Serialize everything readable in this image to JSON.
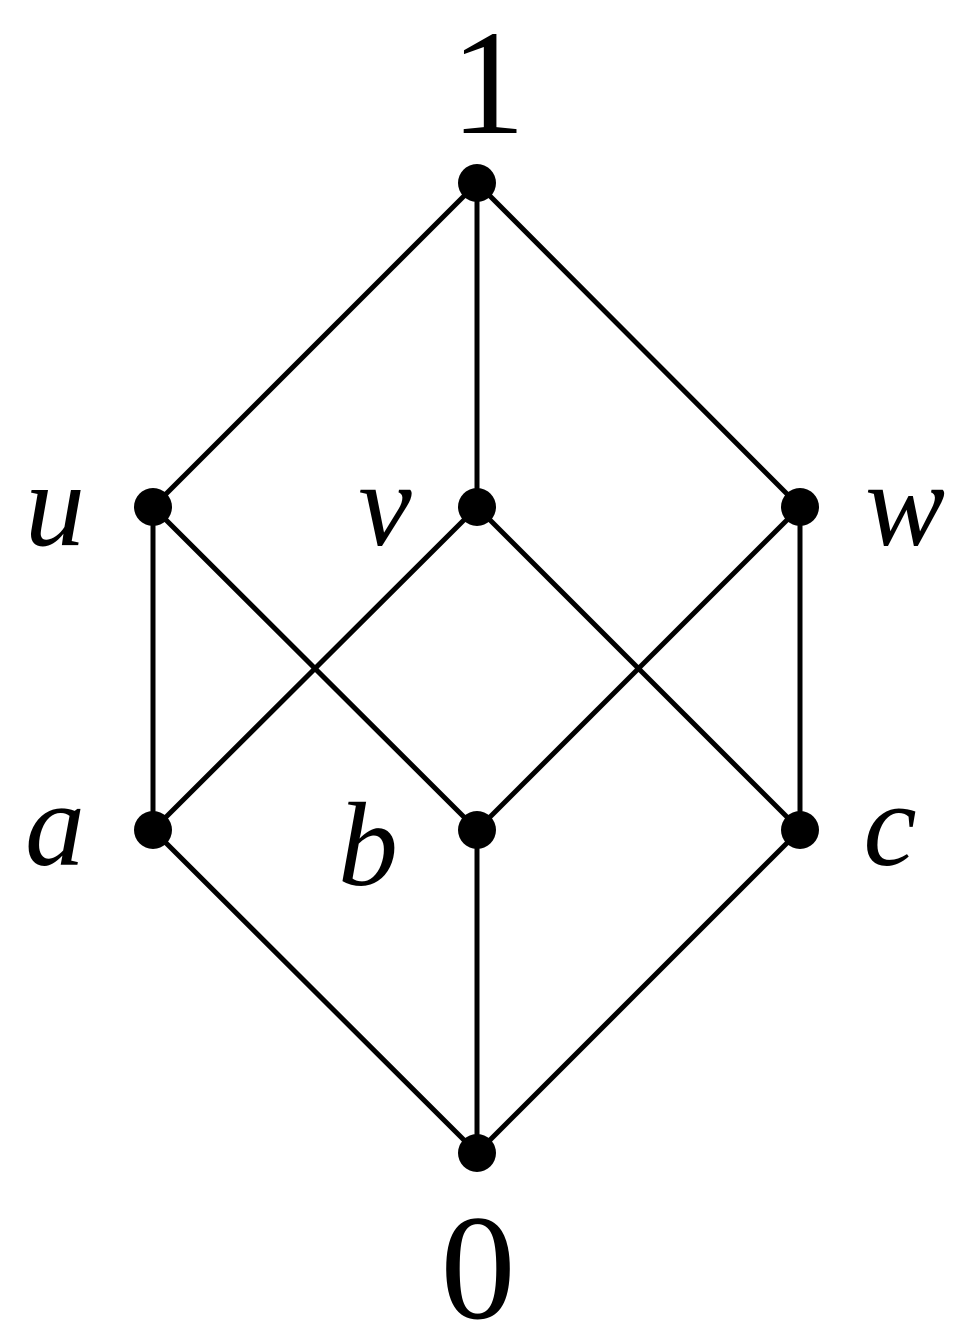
{
  "diagram": {
    "type": "hasse-lattice",
    "nodes": [
      {
        "id": "one",
        "label": "1"
      },
      {
        "id": "u",
        "label": "u"
      },
      {
        "id": "v",
        "label": "v"
      },
      {
        "id": "w",
        "label": "w"
      },
      {
        "id": "a",
        "label": "a"
      },
      {
        "id": "b",
        "label": "b"
      },
      {
        "id": "c",
        "label": "c"
      },
      {
        "id": "zero",
        "label": "0"
      }
    ],
    "edges": [
      [
        "one",
        "u"
      ],
      [
        "one",
        "v"
      ],
      [
        "one",
        "w"
      ],
      [
        "u",
        "a"
      ],
      [
        "u",
        "b"
      ],
      [
        "v",
        "a"
      ],
      [
        "v",
        "c"
      ],
      [
        "w",
        "b"
      ],
      [
        "w",
        "c"
      ],
      [
        "a",
        "zero"
      ],
      [
        "b",
        "zero"
      ],
      [
        "c",
        "zero"
      ]
    ]
  }
}
